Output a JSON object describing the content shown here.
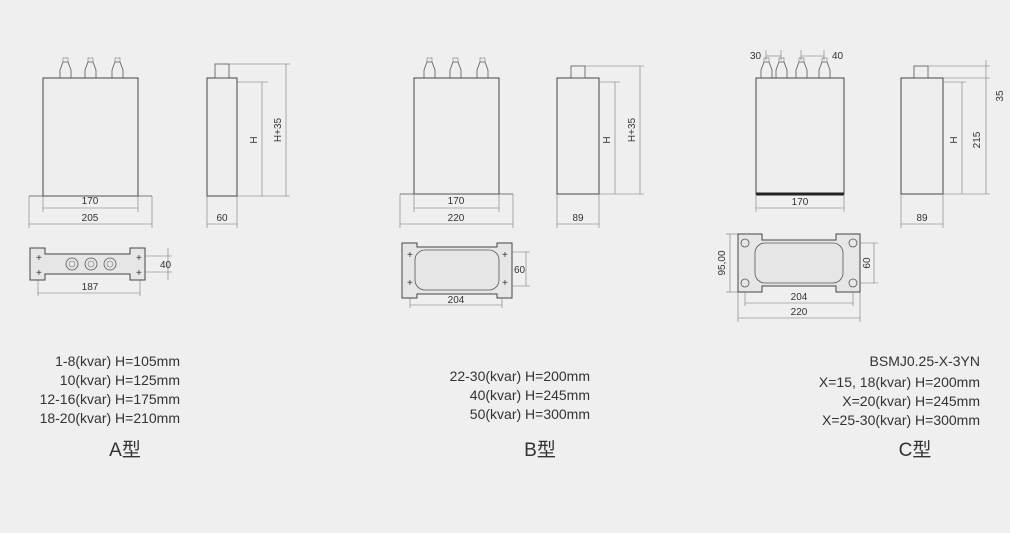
{
  "colors": {
    "background": "#efefef",
    "line": "#444444",
    "text": "#333333"
  },
  "type_a": {
    "front_width_inner": "170",
    "front_width_outer": "205",
    "side_dim_h": "H",
    "side_dim_h35": "H+35",
    "side_width": "60",
    "base_height": "40",
    "base_length": "187",
    "specs": [
      "1-8(kvar)  H=105mm",
      "10(kvar)  H=125mm",
      "12-16(kvar)  H=175mm",
      "18-20(kvar)  H=210mm"
    ],
    "label": "A型"
  },
  "type_b": {
    "front_width_inner": "170",
    "front_width_outer": "220",
    "side_dim_h": "H",
    "side_dim_h35": "H+35",
    "side_width": "89",
    "base_height": "60",
    "base_length": "204",
    "specs": [
      "22-30(kvar)  H=200mm",
      "40(kvar)  H=245mm",
      "50(kvar)  H=300mm"
    ],
    "label": "B型"
  },
  "type_c": {
    "terminal_pitch_left": "30",
    "terminal_pitch_right": "40",
    "front_width": "170",
    "side_dim_h": "H",
    "side_dim_215": "215",
    "side_dim_35": "35",
    "side_width": "89",
    "base_depth": "95,00",
    "base_height": "60",
    "base_inner": "204",
    "base_outer": "220",
    "model": "BSMJ0.25-X-3YN",
    "specs": [
      "X=15, 18(kvar) H=200mm",
      "X=20(kvar)  H=245mm",
      "X=25-30(kvar) H=300mm"
    ],
    "label": "C型"
  }
}
